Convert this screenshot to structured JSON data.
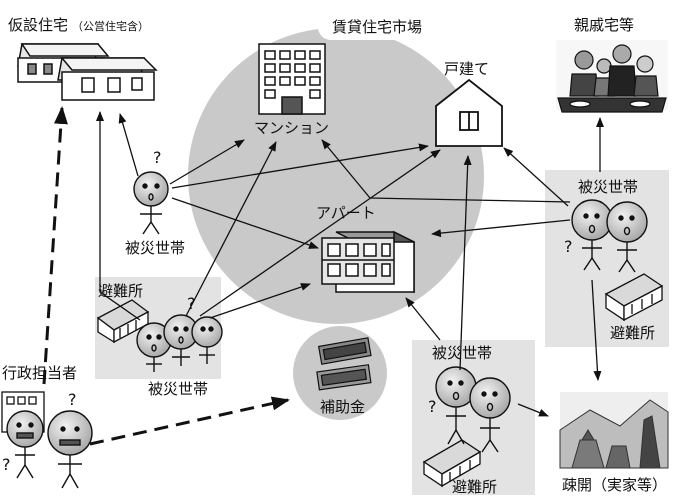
{
  "labels": {
    "temporary_housing": "仮設住宅",
    "temporary_housing_note": "（公営住宅含）",
    "rental_market": "賃貸住宅市場",
    "relatives_home": "親戚宅等",
    "mansion": "マンション",
    "detached_house": "戸建て",
    "apartment": "アパート",
    "victims_center": "被災世帯",
    "victims_shelter_left": "被災世帯",
    "victims_right": "被災世帯",
    "victims_bottom": "被災世帯",
    "shelter_left": "避難所",
    "shelter_right": "避難所",
    "shelter_bottom": "避難所",
    "administrator": "行政担当者",
    "subsidy": "補助金",
    "evacuation": "疎開（実家等）"
  },
  "question_mark": "?",
  "colors": {
    "circle_fill": "#c8c8c8",
    "box_fill": "#e4e4e4",
    "face_fill": "#d0d0d0",
    "line": "#111111"
  }
}
